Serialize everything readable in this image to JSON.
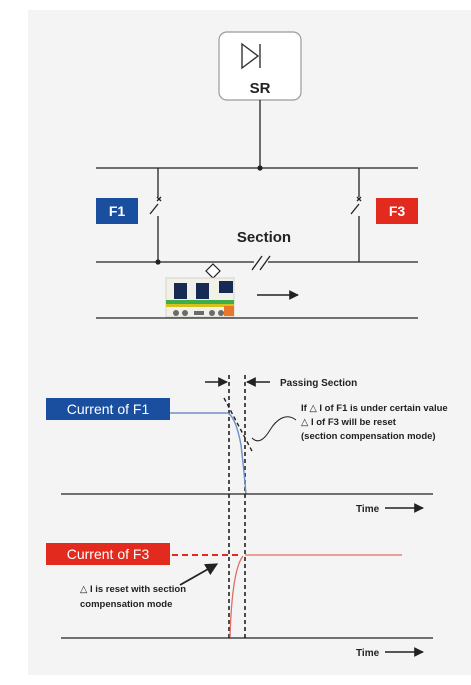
{
  "colors": {
    "panel": "#f4f4f4",
    "line": "#222222",
    "f1": "#1a4fa0",
    "f3": "#e22a1f",
    "box_stroke": "#9a9a9a",
    "train_body": "#f1f1e8",
    "train_green": "#3fae49",
    "train_yellow": "#d6c21a",
    "train_window": "#162a55",
    "train_orange": "#e8762b",
    "curve_blue": "#6f8fc8",
    "curve_red": "#e46a5f"
  },
  "sr": {
    "label": "SR",
    "icon": "diode-icon"
  },
  "feeders": {
    "f1_label": "F1",
    "f3_label": "F3"
  },
  "section_label": "Section",
  "annotations": {
    "passing_section": "Passing Section",
    "f1_note": [
      "If △ I of F1 is under certain value",
      "△ I of F3 will be reset",
      "(section compensation mode)"
    ],
    "f3_note": [
      "△ I is reset with section",
      "compensation mode"
    ]
  },
  "graph1": {
    "label": "Current of F1",
    "time_label": "Time"
  },
  "graph2": {
    "label": "Current of F3",
    "time_label": "Time"
  }
}
